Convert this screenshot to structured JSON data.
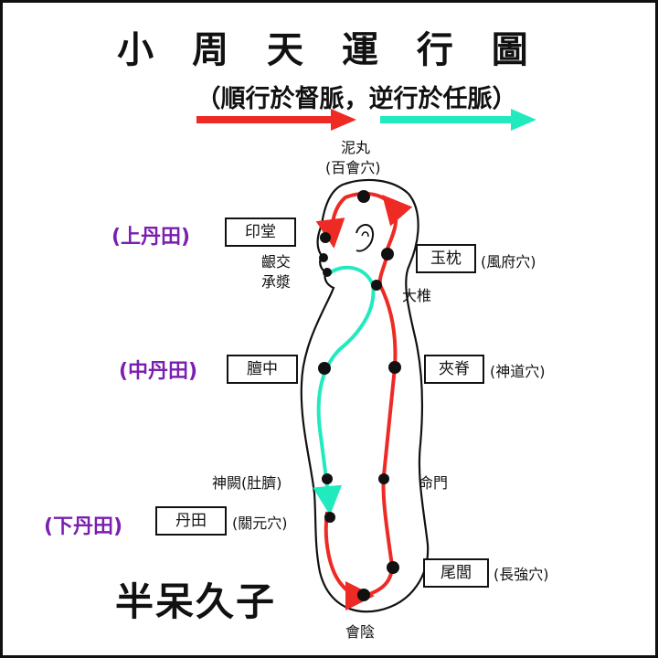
{
  "title": "小 周 天 運 行 圖",
  "subtitle": "（順行於督脈，逆行於任脈）",
  "colors": {
    "du_flow": "#ee2a24",
    "ren_flow": "#21eabf",
    "dantian_label": "#7a1fb0",
    "point": "#111111"
  },
  "top_point": {
    "name": "泥丸",
    "alias": "(百會穴)"
  },
  "upper": {
    "dantian": "(上丹田)",
    "front_box": "印堂",
    "front_small_1": "齦交",
    "front_small_2": "承漿",
    "back_box": "玉枕",
    "back_alias": "(風府穴)",
    "back_small": "大椎"
  },
  "middle": {
    "dantian": "(中丹田)",
    "front_box": "膻中",
    "back_box": "夾脊",
    "back_alias": "(神道穴)"
  },
  "lower": {
    "front_label": "神闕(肚臍)",
    "back_label": "命門",
    "dantian": "(下丹田)",
    "front_box": "丹田",
    "front_alias": "(關元穴)",
    "back_box": "尾閭",
    "back_alias": "(長強穴)"
  },
  "bottom_point": "會陰",
  "logo": {
    "text": "半呆久子"
  }
}
